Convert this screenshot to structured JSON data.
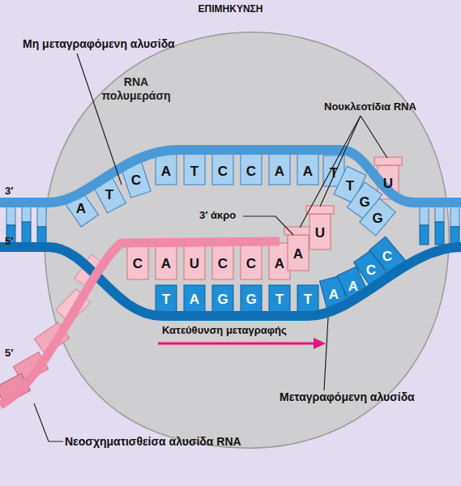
{
  "diagram": {
    "title": "ΕΠΙΜΗΚΥΝΣΗ",
    "nodes": [
      {
        "text": [
          "RNA πολυμεράση"
        ]
      }
    ],
    "labels": [
      "Μη μεταγραφόμενη αλυσίδα",
      "Νουκλεοτίδια RNA",
      "3′",
      "5′",
      "5′",
      "3′ άκρο",
      "A",
      "T",
      "C",
      "A",
      "T",
      "C",
      "C",
      "A",
      "A",
      "T",
      "T",
      "G",
      "G",
      "C",
      "A",
      "U",
      "C",
      "C",
      "A",
      "A",
      "U",
      "U",
      "T",
      "A",
      "G",
      "G",
      "T",
      "T",
      "A",
      "A",
      "C",
      "C",
      "Κατεύθυνση μεταγραφής",
      "Μεταγραφόμενη αλυσίδα",
      "Νεοσχηματισθείσα αλυσίδα RNA"
    ]
  }
}
